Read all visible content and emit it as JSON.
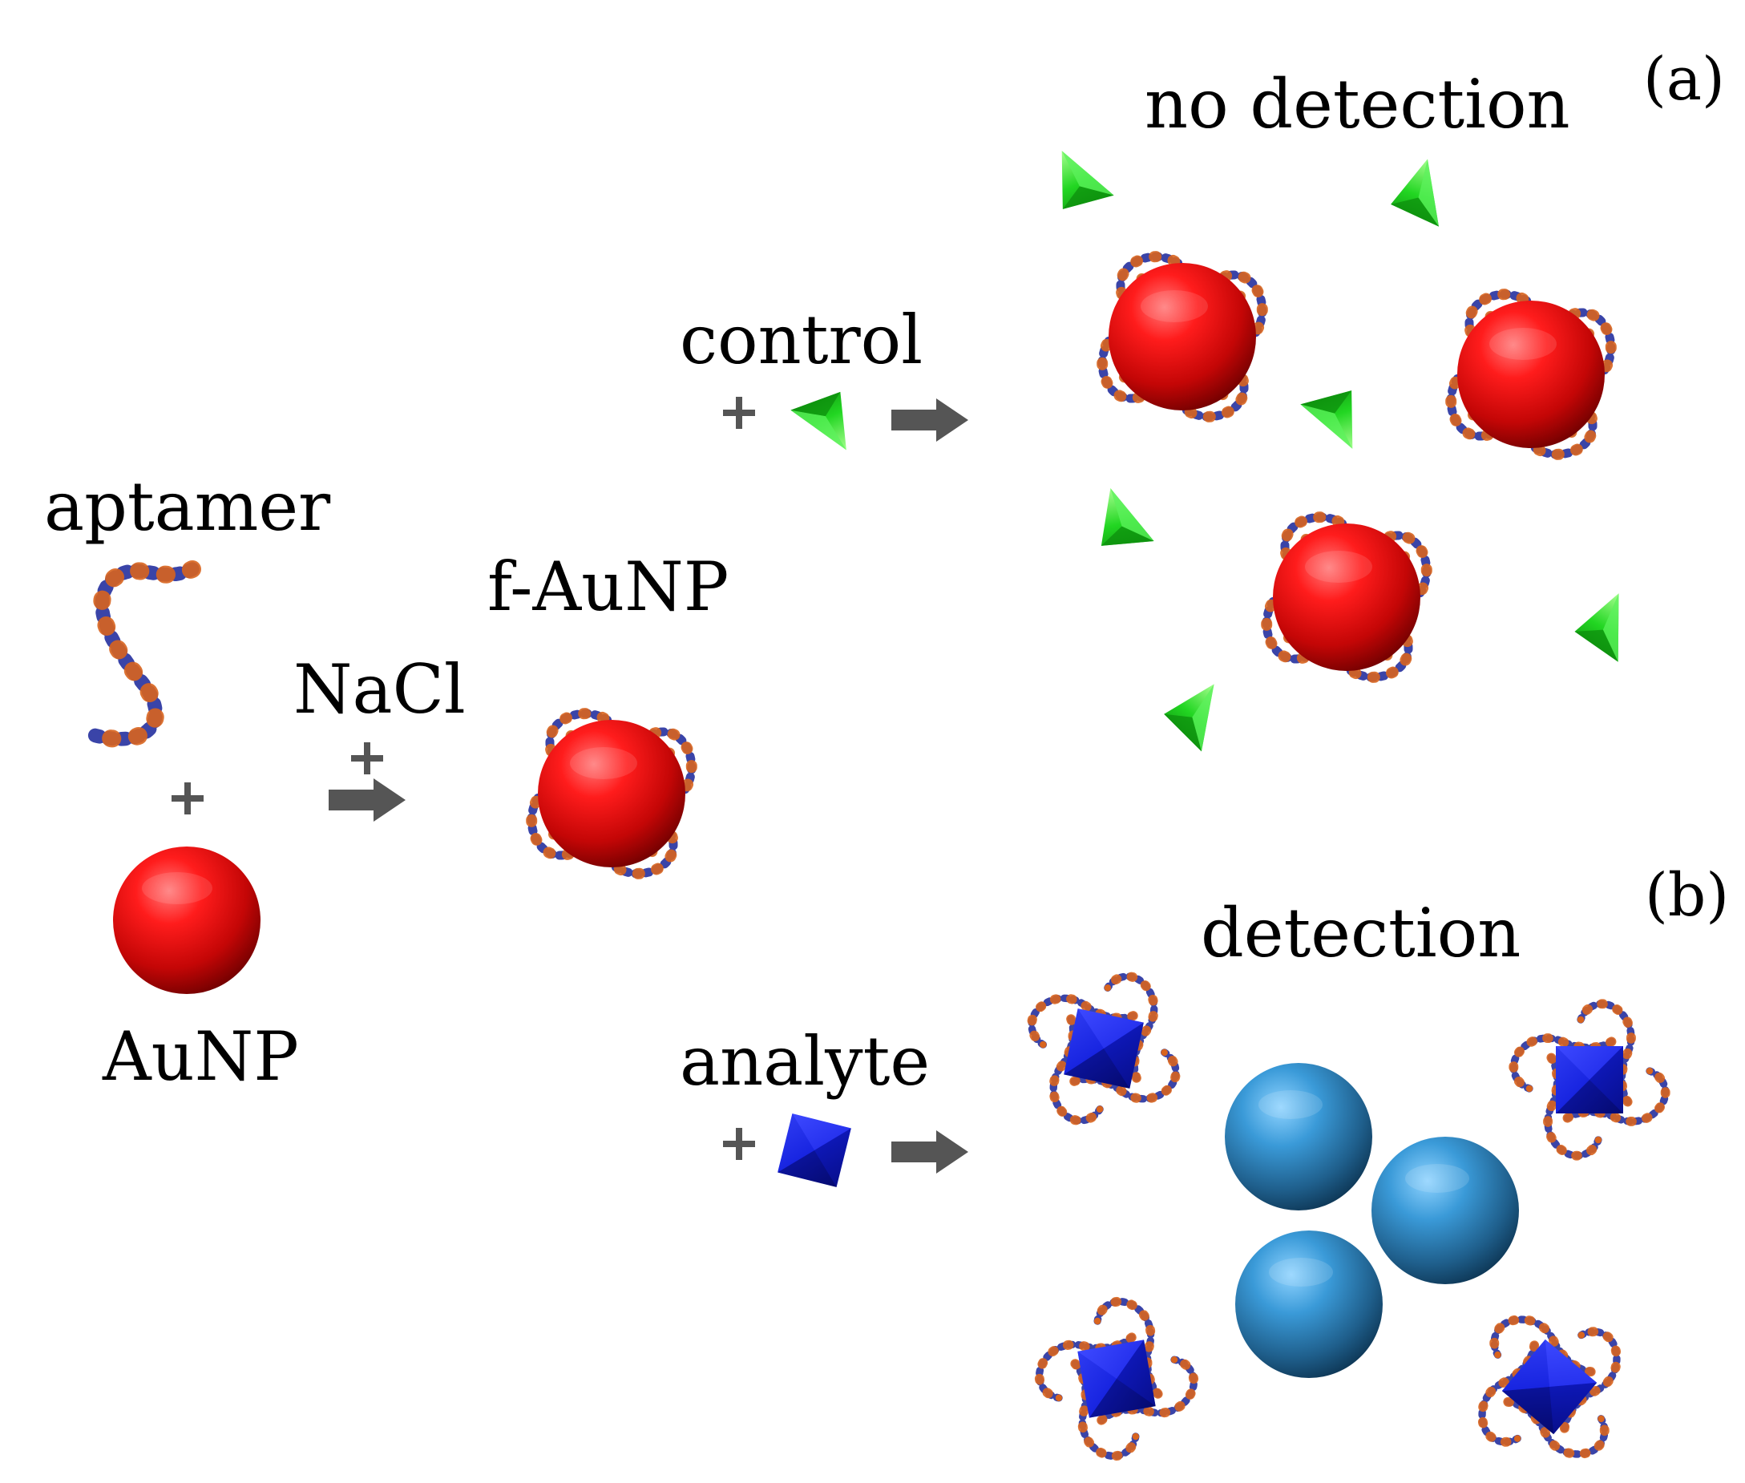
{
  "labels": {
    "panel_a": "(a)",
    "panel_b": "(b)",
    "no_detection": "no detection",
    "detection": "detection",
    "control": "control",
    "analyte": "analyte",
    "aptamer": "aptamer",
    "nacl": "NaCl",
    "f_aunp": "f-AuNP",
    "aunp": "AuNP"
  },
  "colors": {
    "gold_nanoparticle": "#e01010",
    "aggregated_nanoparticle": "#2b7fb8",
    "control_molecule": "#22cc22",
    "analyte_molecule": "#1520d8",
    "arrow": "#555555",
    "aptamer_backbone": "#6a6a6a",
    "aptamer_bases": "#3a44a8",
    "aptamer_phosphate": "#d8641e"
  }
}
